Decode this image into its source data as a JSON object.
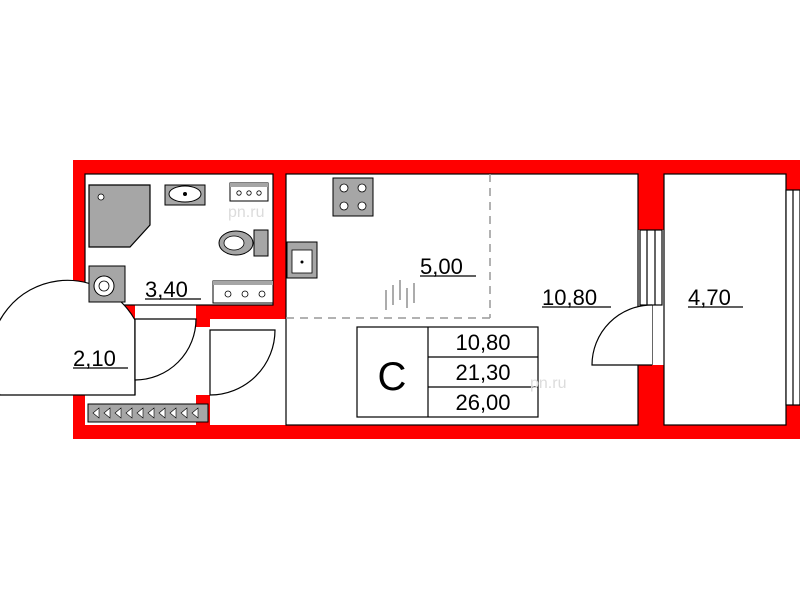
{
  "rooms": {
    "bathroom": "3,40",
    "hall": "2,10",
    "kitchen": "5,00",
    "living": "10,80",
    "balcony": "4,70"
  },
  "summary": {
    "type_letter": "С",
    "living_area": "10,80",
    "total_without_balcony": "21,30",
    "total_area": "26,00"
  },
  "watermarks": [
    "pn.ru",
    "pn.ru"
  ],
  "colors": {
    "wall": "#ff0000",
    "fixture_gray": "#a6a6a6",
    "line": "#000000",
    "dashed": "#999999"
  }
}
